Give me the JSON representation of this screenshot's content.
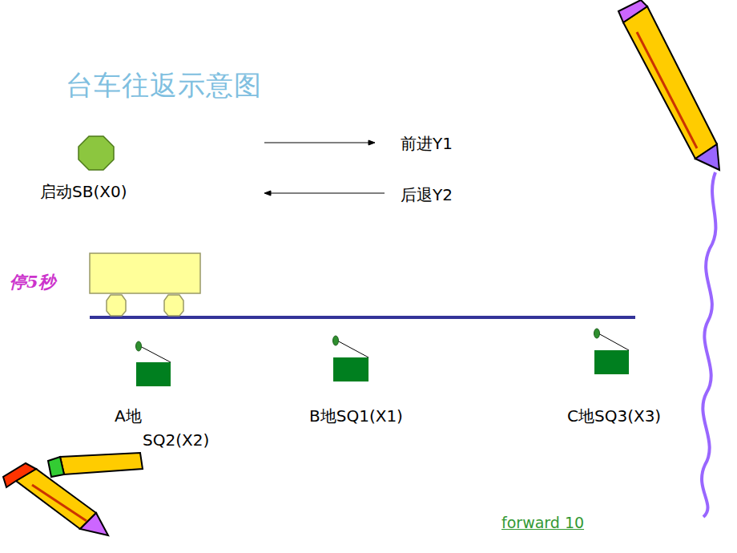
{
  "diagram": {
    "title": "台车往返示意图",
    "labels": [
      "启动SB(X0)",
      "前进Y1",
      "后退Y2",
      "停5秒",
      "A地",
      "SQ2(X2)",
      "B地SQ1(X1)",
      "C地SQ3(X3)",
      "forward 10"
    ]
  }
}
